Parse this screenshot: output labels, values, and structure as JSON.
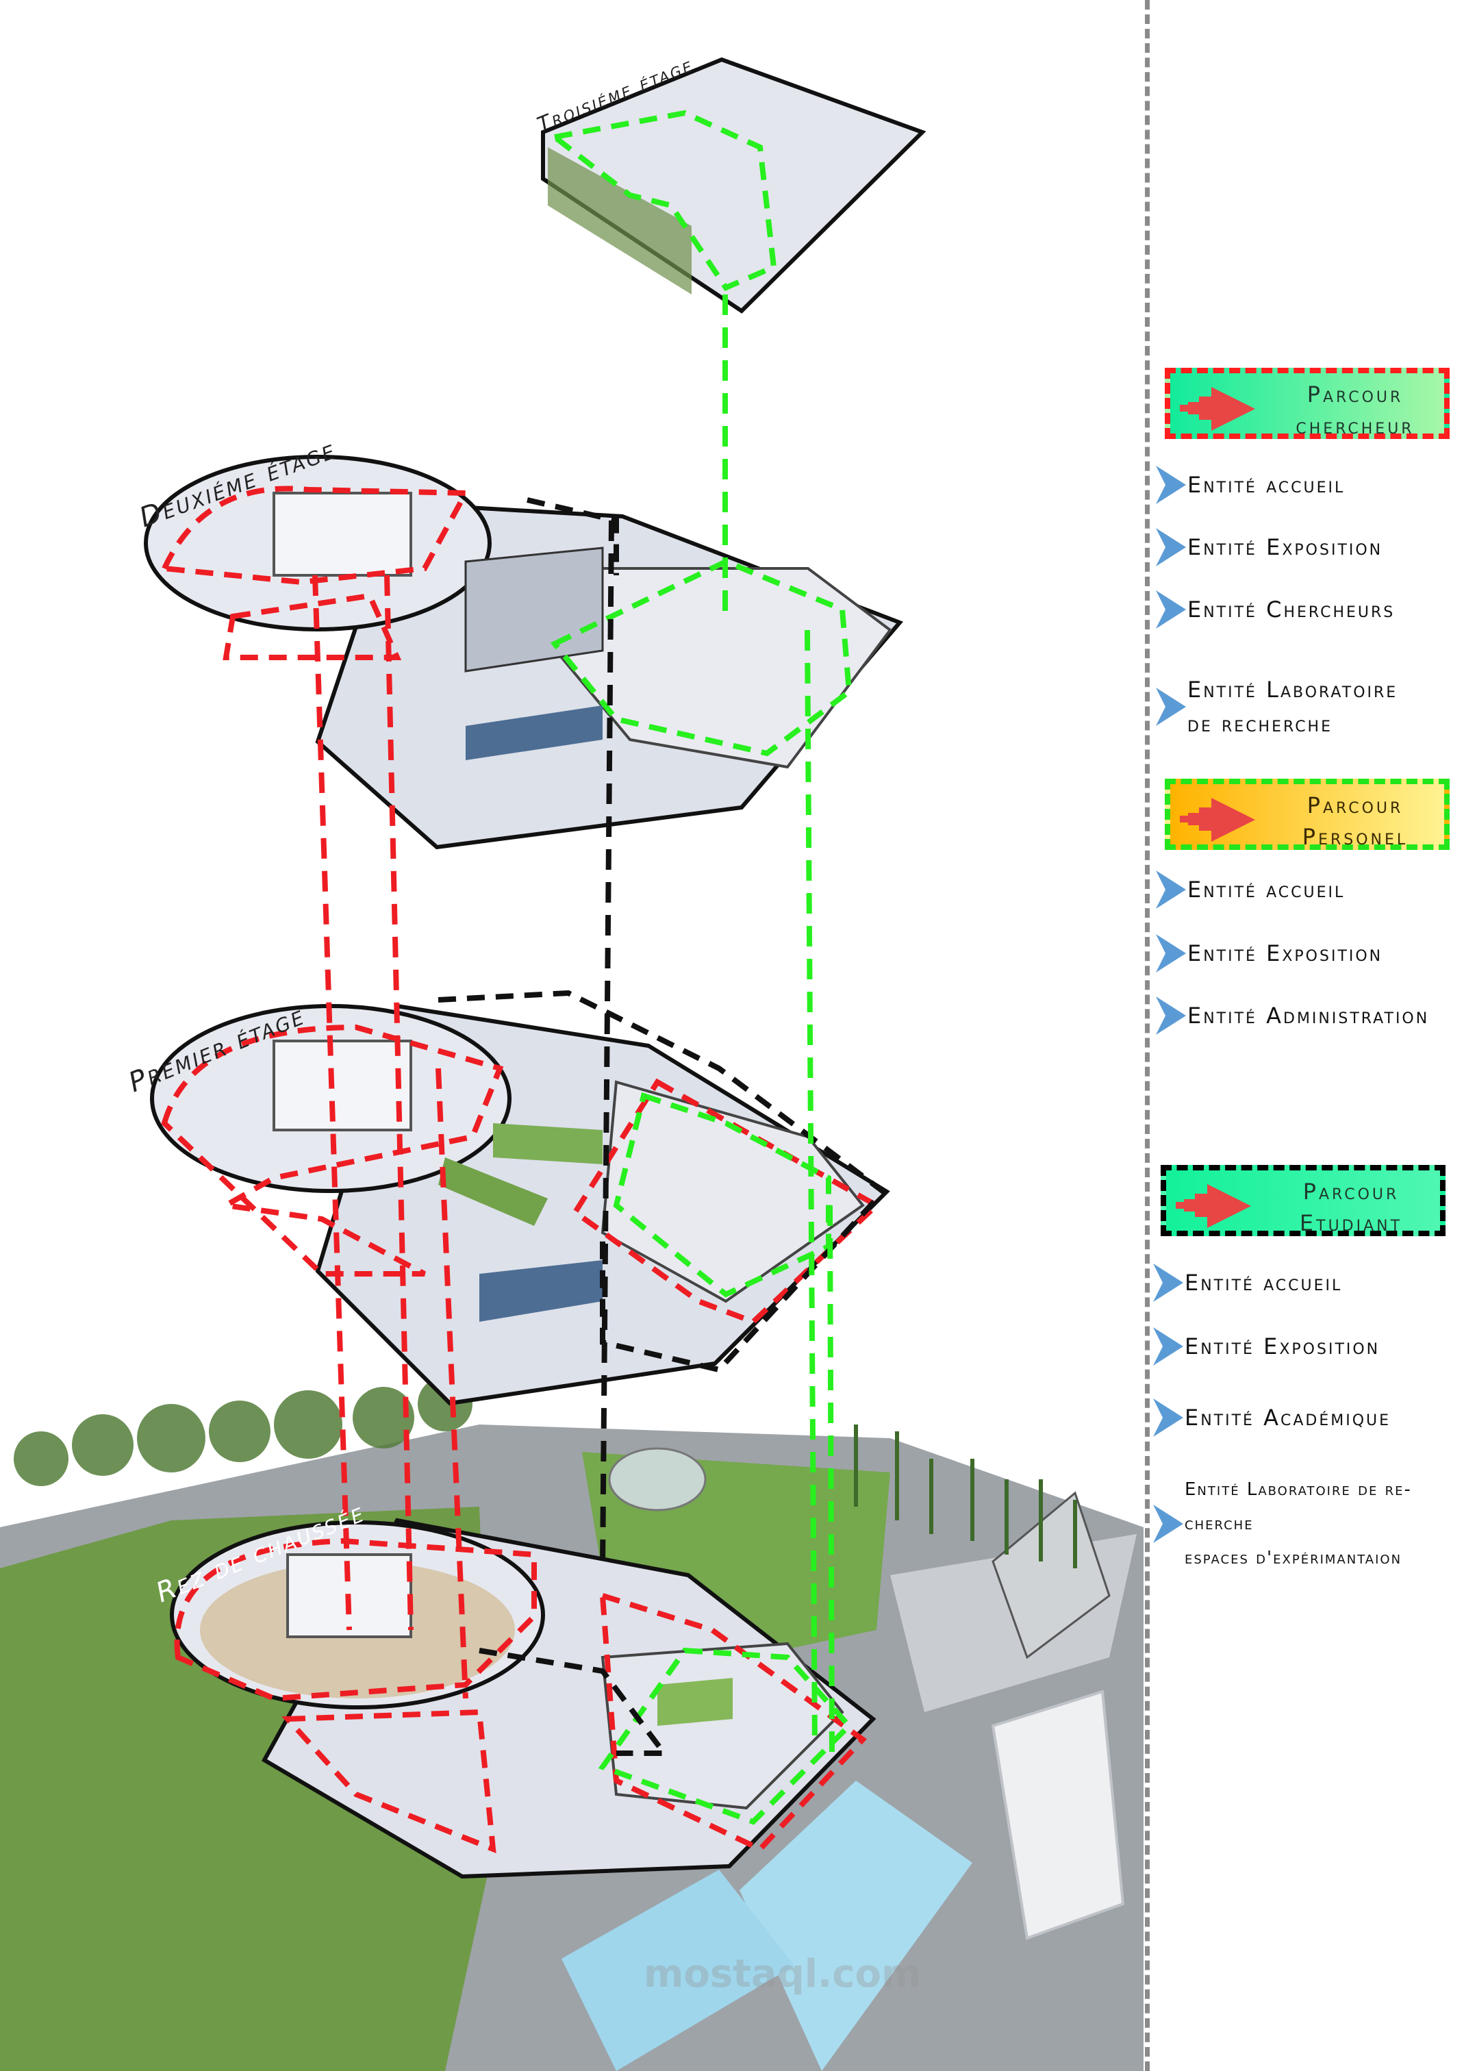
{
  "floors": {
    "third": "Troisiéme étage",
    "second": "Deuxiéme étage",
    "first": "Premier étage",
    "ground": "Rez de chaussée"
  },
  "legend": {
    "groups": [
      {
        "title": "Parcour chercheur",
        "fill_from": "#12eb9b",
        "fill_to": "#a6f6a8",
        "border": "#ff1e1e",
        "items": [
          "Entité accueil",
          "Entité Exposition",
          "Entité Chercheurs",
          "Entité Laboratoire\nde recherche"
        ]
      },
      {
        "title": "Parcour Personel",
        "fill_from": "#ffb300",
        "fill_to": "#fff392",
        "border": "#22e51c",
        "items": [
          "Entité accueil",
          "Entité Exposition",
          "Entité Administration"
        ]
      },
      {
        "title": "Parcour Etudiant",
        "fill_from": "#13f19a",
        "fill_to": "#4ff7b2",
        "border": "#000000",
        "items": [
          "Entité accueil",
          "Entité Exposition",
          "Entité Académique",
          "Entité Laboratoire de re-\ncherche\nespaces d'expérimantaion"
        ]
      }
    ]
  },
  "colors": {
    "chevron": "#5b9bd5",
    "path_red": "#ee1d23",
    "path_green": "#27f01e",
    "path_black": "#111111"
  },
  "watermark": "mostaql.com"
}
